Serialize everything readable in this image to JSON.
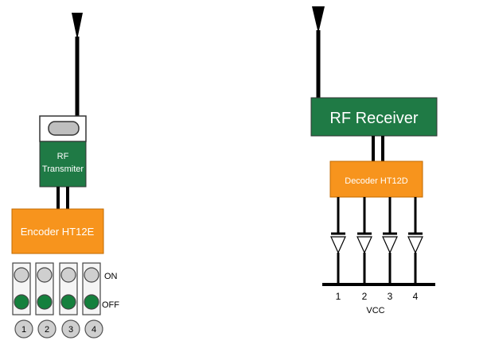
{
  "transmitter": {
    "label_line1": "RF",
    "label_line2": "Transmiter",
    "encoder_label": "Encoder HT12E",
    "switch_on_label": "ON",
    "switch_off_label": "OFF",
    "switch_numbers": [
      "1",
      "2",
      "3",
      "4"
    ]
  },
  "receiver": {
    "label": "RF Receiver",
    "decoder_label": "Decoder HT12D",
    "output_numbers": [
      "1",
      "2",
      "3",
      "4"
    ],
    "vcc_label": "VCC"
  },
  "colors": {
    "green": "#1f7a45",
    "orange": "#f7941d",
    "switch_green": "#15803d",
    "switch_grey": "#cfcfcf"
  }
}
